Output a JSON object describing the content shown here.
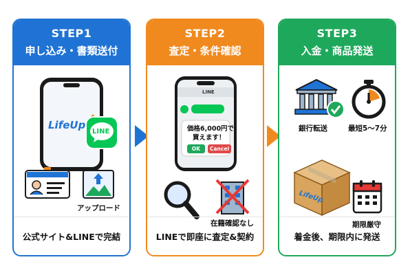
{
  "colors": {
    "blue": "#1f73d4",
    "orange": "#f08a1e",
    "green": "#1ea85b",
    "line_green": "#06c755"
  },
  "steps": [
    {
      "step": "STEP1",
      "title": "申し込み・書類送付",
      "footer": "公式サイト&LINEで完結",
      "phone_logo": "LifeUp",
      "line_badge": "LINE",
      "upload_label": "アップロード",
      "icons": [
        "smartphone-icon",
        "line-app-icon",
        "id-card-icon",
        "image-upload-icon"
      ]
    },
    {
      "step": "STEP2",
      "title": "査定・条件確認",
      "footer": "LINEで即座に査定&契約",
      "chat_header": "LINE",
      "message_line1": "価格6,000円で",
      "message_line2": "買えます！",
      "ok": "OK",
      "cancel": "Cancel",
      "enrollment_label": "在籍確認なし",
      "icons": [
        "smartphone-chat-icon",
        "magnifier-icon",
        "building-crossed-icon"
      ]
    },
    {
      "step": "STEP3",
      "title": "入金・商品発送",
      "footer": "着金後、期限内に発送",
      "bank_label": "銀行転送",
      "time_label": "最短5〜7分",
      "box_logo": "LifeUp",
      "deadline_label": "期限厳守",
      "icons": [
        "bank-check-icon",
        "stopwatch-icon",
        "cardboard-box-icon",
        "calendar-icon"
      ]
    }
  ]
}
